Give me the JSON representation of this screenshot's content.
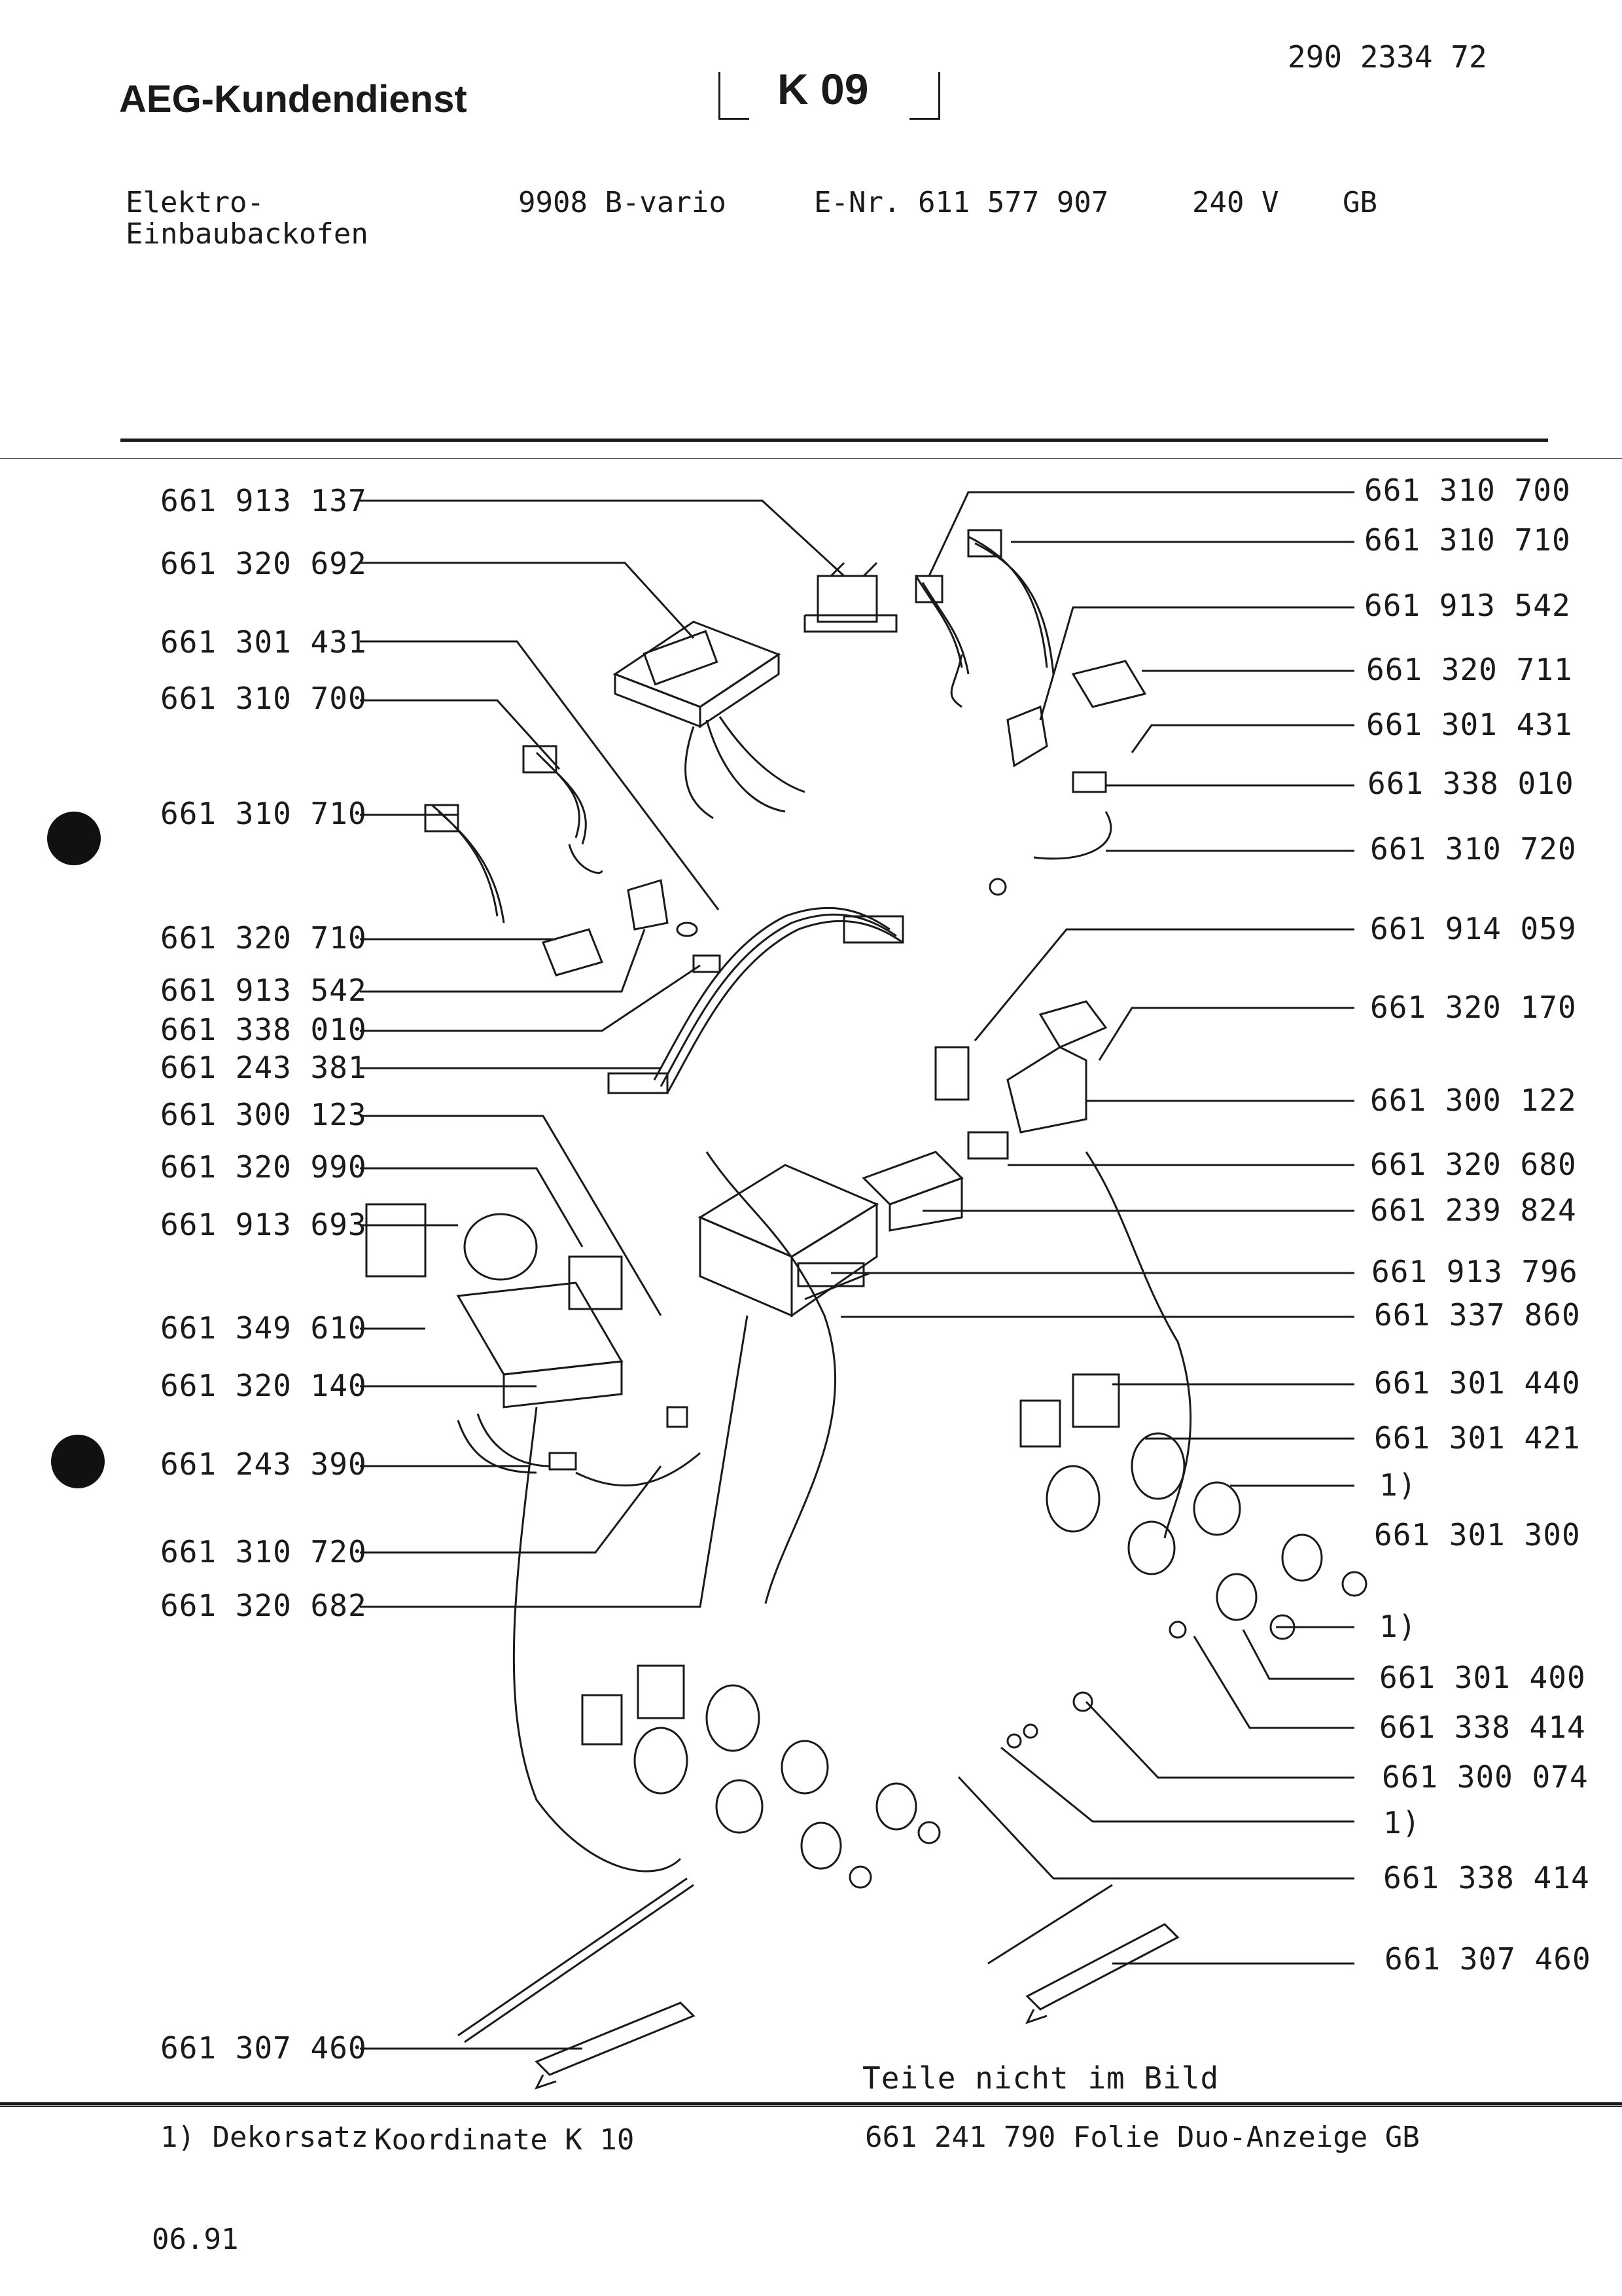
{
  "header": {
    "brand": "AEG-Kundendienst",
    "doc_number": "290 2334 72",
    "sheet_code": "K 09"
  },
  "appliance": {
    "type_line1": "Elektro-",
    "type_line2": "Einbaubackofen",
    "model": "9908 B-vario",
    "e_nr": "E-Nr. 611 577 907",
    "voltage": "240 V",
    "country": "GB"
  },
  "parts_left": [
    "661 913 137",
    "661 320 692",
    "661 301 431",
    "661 310 700",
    "661 310 710",
    "661 320 710",
    "661 913 542",
    "661 338 010",
    "661 243 381",
    "661 300 123",
    "661 320 990",
    "661 913 693",
    "661 349 610",
    "661 320 140",
    "661 243 390",
    "661 310 720",
    "661 320 682",
    "661 307 460"
  ],
  "parts_right": [
    "661 310 700",
    "661 310 710",
    "661 913 542",
    "661 320 711",
    "661 301 431",
    "661 338 010",
    "661 310 720",
    "661 914 059",
    "661 320 170",
    "661 300 122",
    "661 320 680",
    "661 239 824",
    "661 913 796",
    "661 337 860",
    "661 301 440",
    "661 301 421",
    "1)",
    "661 301 300",
    "1)",
    "661 301 400",
    "661 338 414",
    "661 300 074",
    "1)",
    "661 338 414",
    "661 307 460"
  ],
  "notes": {
    "parts_not_shown_heading": "Teile nicht im Bild",
    "footnote": "1) Dekorsatz",
    "footnote_ref": "Koordinate K 10",
    "extra_part": "661 241 790 Folie Duo-Anzeige GB",
    "date": "06.91"
  }
}
